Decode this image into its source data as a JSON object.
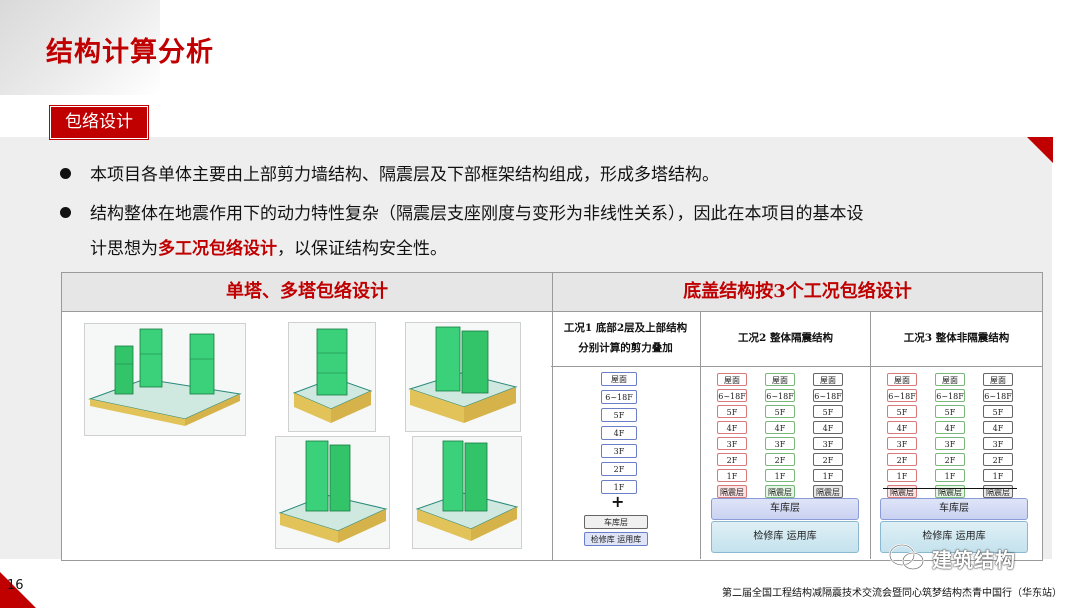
{
  "slide": {
    "title": "结构计算分析",
    "section_tag": "包络设计",
    "page_number": "16",
    "footer": "第二届全国工程结构减隔震技术交流会暨同心筑梦结构杰青中国行（华东站）",
    "watermark": "建筑结构"
  },
  "bullets": [
    {
      "text": "本项目各单体主要由上部剪力墙结构、隔震层及下部框架结构组成，形成多塔结构。"
    },
    {
      "line1": "结构整体在地震作用下的动力特性复杂（隔震层支座刚度与变形为非线性关系），因此在本项目的基本设",
      "line2_pre": "计思想为",
      "line2_emph": "多工况包络设计",
      "line2_post": "，以保证结构安全性。"
    }
  ],
  "table": {
    "left_header": "单塔、多塔包络设计",
    "right_header": "底盖结构按3个工况包络设计",
    "cases": [
      {
        "title_line1": "工况1 底部2层及上部结构",
        "title_line2": "分别计算的剪力叠加"
      },
      {
        "title_line1": "工况2 整体隔震结构",
        "title_line2": ""
      },
      {
        "title_line1": "工况3 整体非隔震结构",
        "title_line2": ""
      }
    ],
    "floors_case1": [
      "屋面",
      "6~18F",
      "5F",
      "4F",
      "3F",
      "2F",
      "1F"
    ],
    "plus_sign": "+",
    "case1_base": [
      "车库层",
      "检修库 运用库"
    ],
    "floors_small": [
      "屋面",
      "6~18F",
      "5F",
      "4F",
      "3F",
      "2F",
      "1F",
      "隔震层"
    ],
    "base_labels": [
      "车库层",
      "检修库 运用库"
    ]
  },
  "colors": {
    "accent": "#c00000",
    "band": "#eeeeee"
  }
}
